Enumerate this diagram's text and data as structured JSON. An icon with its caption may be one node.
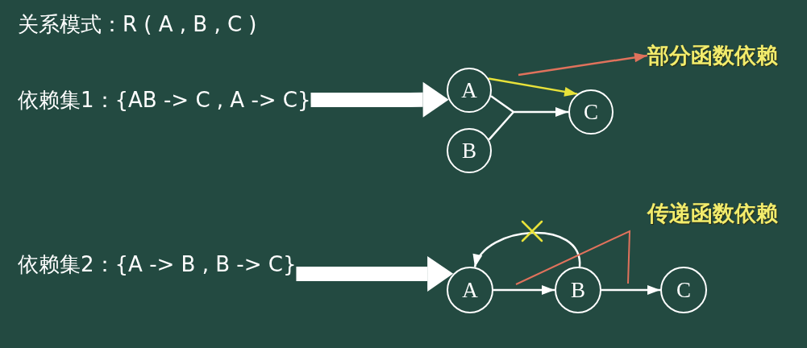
{
  "diagram": {
    "title": "关系模式：R ( A , B , C )",
    "nodes": [
      {
        "text": [
          "依赖集1：{AB -> C , A -> C}"
        ]
      },
      {
        "text": [
          "A"
        ]
      },
      {
        "text": [
          "B"
        ]
      },
      {
        "text": [
          "C"
        ]
      },
      {
        "text": [
          "部分函数依赖"
        ]
      },
      {
        "text": [
          "依赖集2：{A -> B , B -> C}"
        ]
      },
      {
        "text": [
          "A"
        ]
      },
      {
        "text": [
          "B"
        ]
      },
      {
        "text": [
          "C"
        ]
      }
    ],
    "edges": [
      {
        "from": 0,
        "to": 1,
        "arrow": "to",
        "style": "thick"
      },
      {
        "from": 1,
        "to": 3,
        "arrow": "to"
      },
      {
        "from": 2,
        "to": 3,
        "arrow": "to"
      },
      {
        "from": 1,
        "to": 3,
        "arrow": "to",
        "color": "#e8e23a"
      },
      {
        "from": null,
        "to": 4,
        "arrow": "to",
        "color": "#e0725c"
      },
      {
        "from": 5,
        "to": 6,
        "arrow": "to",
        "style": "thick"
      },
      {
        "from": 6,
        "to": 7,
        "arrow": "to"
      },
      {
        "from": 7,
        "to": 8,
        "arrow": "to"
      },
      {
        "from": 7,
        "to": 6,
        "arrow": "to"
      }
    ],
    "labels": [
      "传递函数依赖"
    ]
  }
}
